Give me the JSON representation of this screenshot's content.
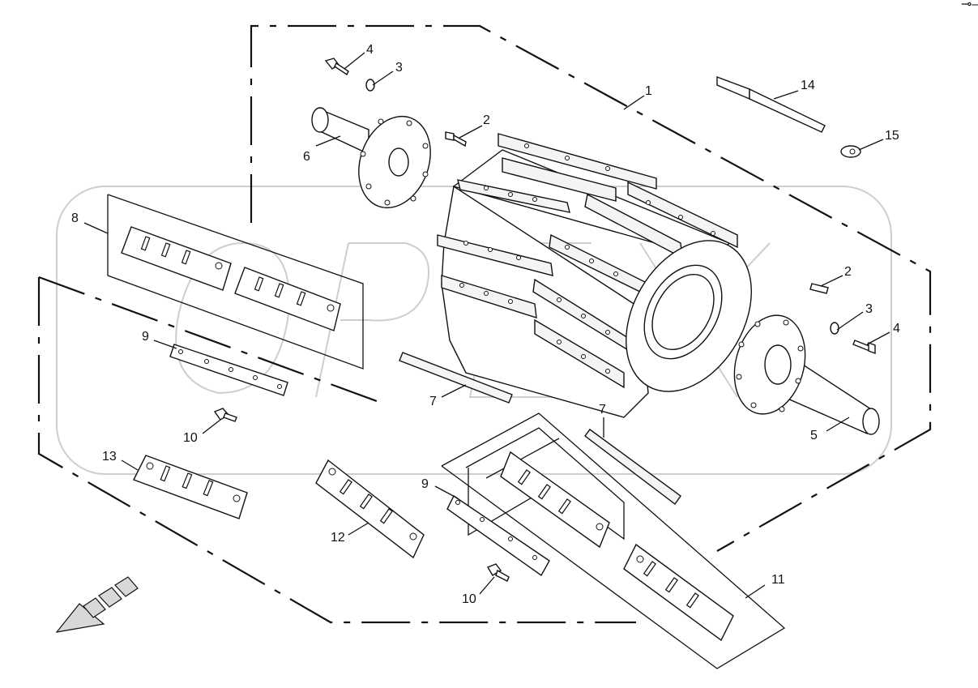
{
  "figure": {
    "corner_mark": "⊸—",
    "watermark_text": "OPEX",
    "callouts": [
      {
        "id": "c1",
        "text": "1"
      },
      {
        "id": "c2a",
        "text": "2"
      },
      {
        "id": "c2b",
        "text": "2"
      },
      {
        "id": "c3a",
        "text": "3"
      },
      {
        "id": "c3b",
        "text": "3"
      },
      {
        "id": "c4a",
        "text": "4"
      },
      {
        "id": "c4b",
        "text": "4"
      },
      {
        "id": "c5",
        "text": "5"
      },
      {
        "id": "c6",
        "text": "6"
      },
      {
        "id": "c7a",
        "text": "7"
      },
      {
        "id": "c7b",
        "text": "7"
      },
      {
        "id": "c8",
        "text": "8"
      },
      {
        "id": "c9a",
        "text": "9"
      },
      {
        "id": "c9b",
        "text": "9"
      },
      {
        "id": "c10a",
        "text": "10"
      },
      {
        "id": "c10b",
        "text": "10"
      },
      {
        "id": "c11",
        "text": "11"
      },
      {
        "id": "c12",
        "text": "12"
      },
      {
        "id": "c13",
        "text": "13"
      },
      {
        "id": "c14",
        "text": "14"
      },
      {
        "id": "c15",
        "text": "15"
      }
    ]
  }
}
